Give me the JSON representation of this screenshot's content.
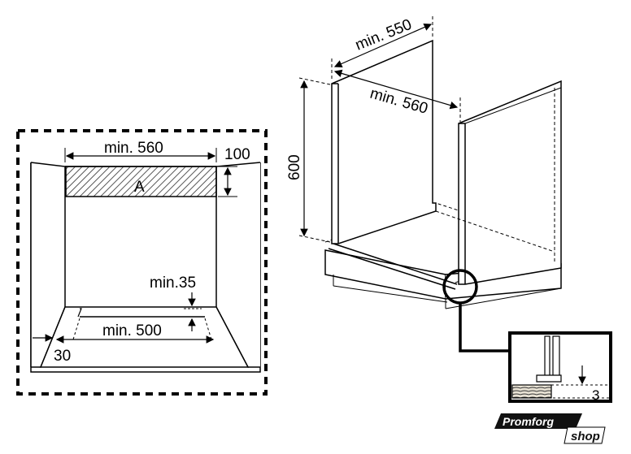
{
  "front_view": {
    "width_label": "min. 560",
    "height_label": "100",
    "zone_label": "A",
    "gap_label": "min.35",
    "bottom_width_label": "min. 500",
    "side_label": "30"
  },
  "cabinet_view": {
    "depth_label": "min. 550",
    "width_label": "min. 560",
    "height_label": "600"
  },
  "detail_view": {
    "offset_label": "3"
  },
  "watermark": {
    "brand_text": "Promforg",
    "suffix_text": "shop"
  }
}
